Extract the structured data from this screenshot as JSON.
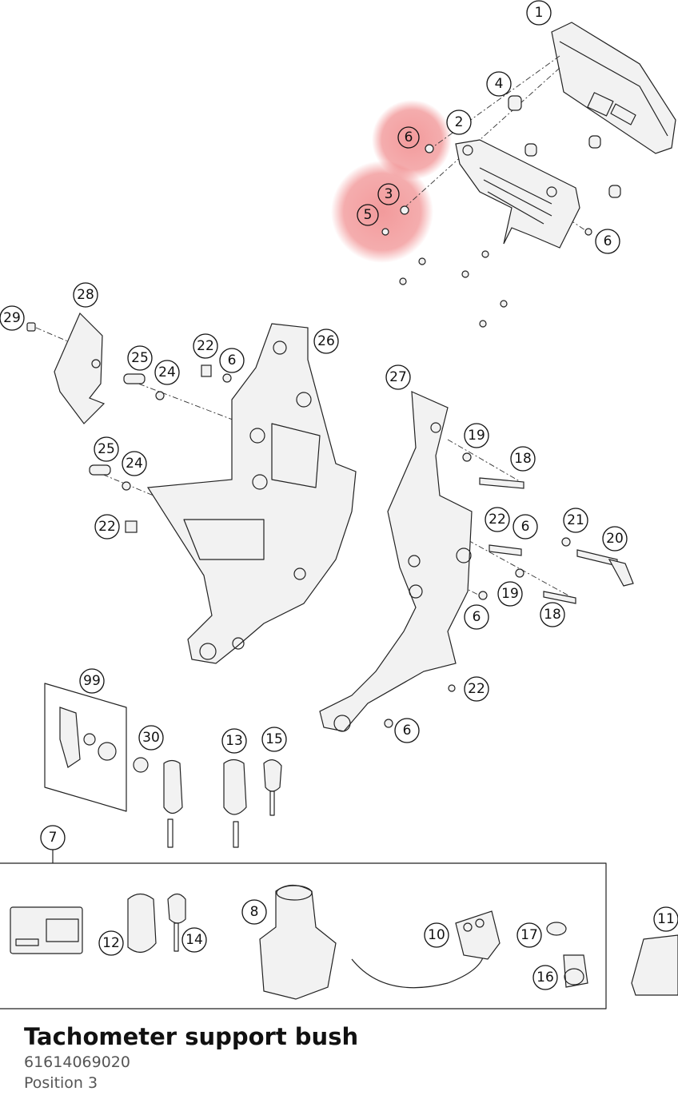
{
  "part": {
    "title": "Tachometer support bush",
    "number": "61614069020",
    "position": "Position 3"
  },
  "colors": {
    "highlight": "#e8484a",
    "line": "#222222",
    "text_title": "#111111",
    "text_sub": "#555555"
  },
  "callouts": [
    "1",
    "4",
    "2",
    "6",
    "3",
    "5",
    "6",
    "28",
    "29",
    "25",
    "24",
    "22",
    "6",
    "26",
    "27",
    "19",
    "18",
    "25",
    "24",
    "22",
    "22",
    "6",
    "21",
    "20",
    "19",
    "18",
    "6",
    "22",
    "6",
    "99",
    "30",
    "13",
    "15",
    "7",
    "8",
    "10",
    "11",
    "12",
    "14",
    "17",
    "16"
  ]
}
